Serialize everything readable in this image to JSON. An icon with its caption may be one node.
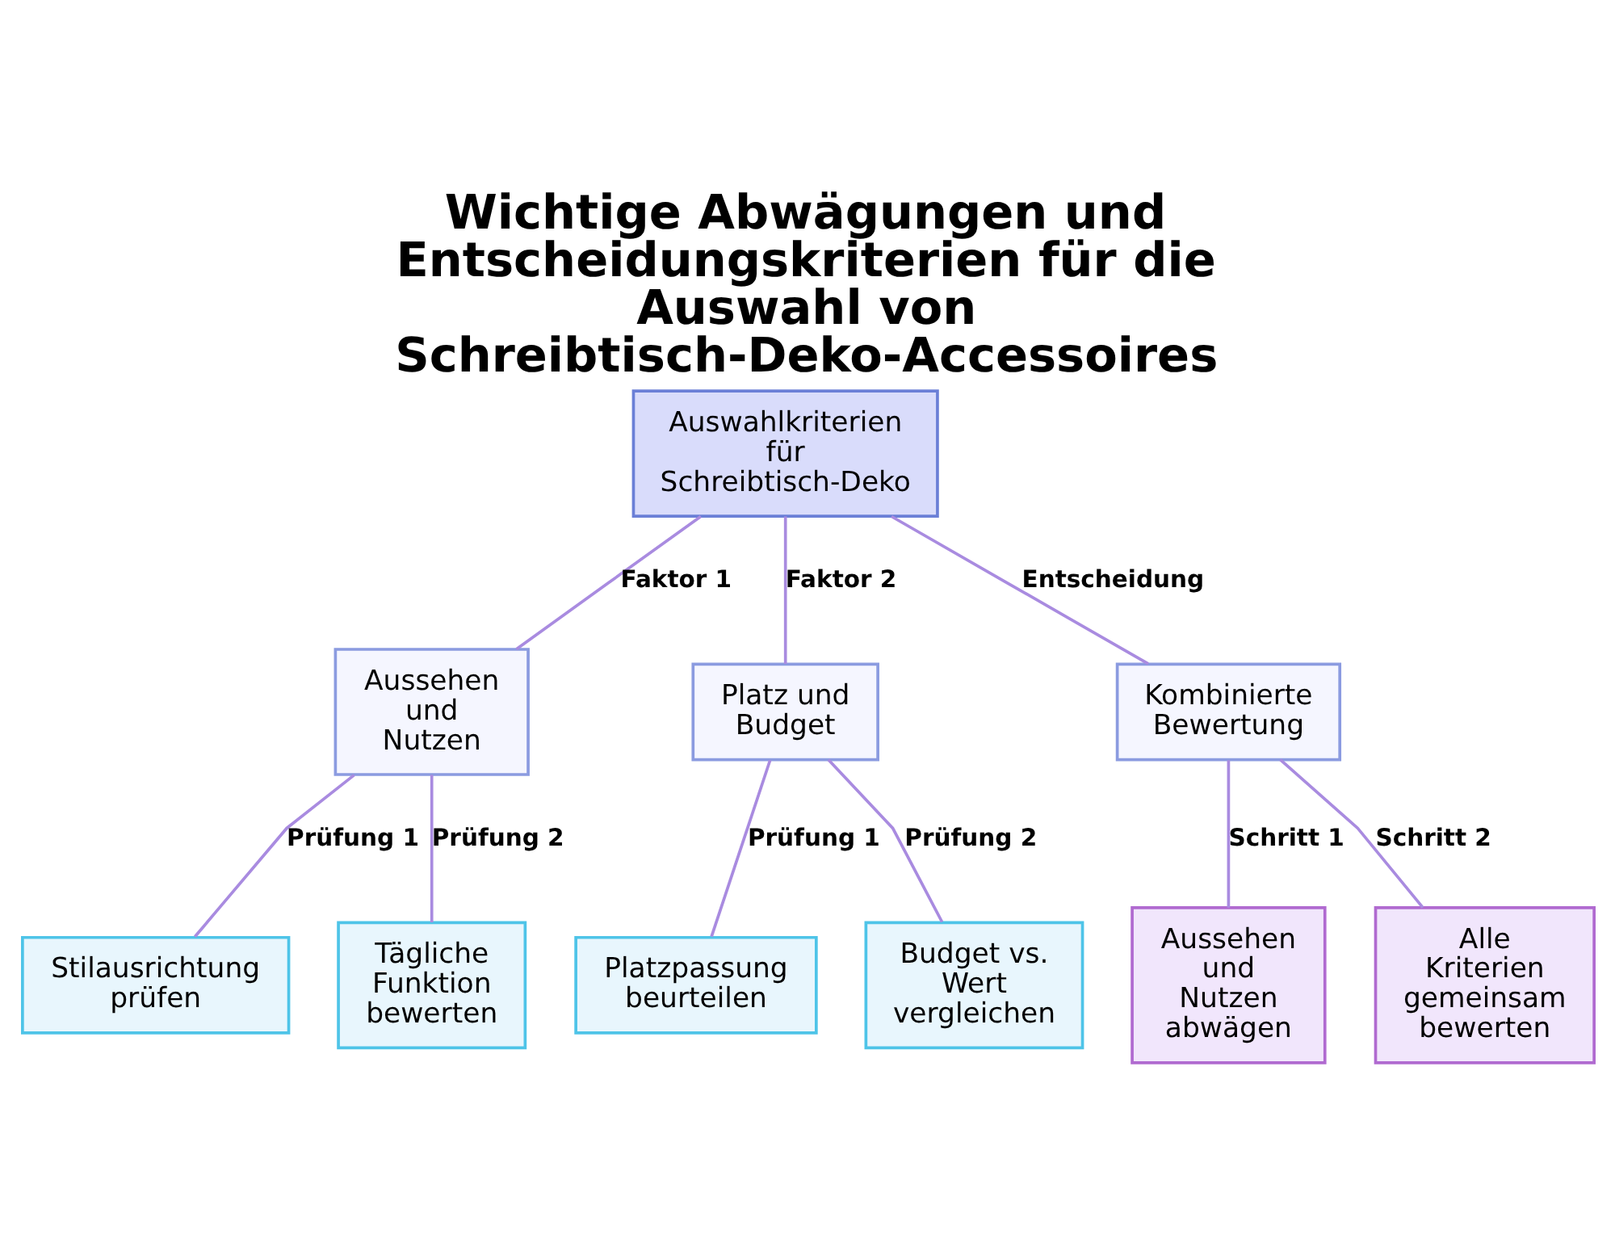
{
  "diagram": {
    "title": "Wichtige Abwägungen und Entscheidungskriterien für die Auswahl von Schreibtisch-Deko-Accessoires",
    "nodes": [
      {
        "text": [
          "Auswahlkriterien für Schreibtisch-Deko"
        ]
      },
      {
        "text": [
          "Aussehen und Nutzen"
        ]
      },
      {
        "text": [
          "Platz und Budget"
        ]
      },
      {
        "text": [
          "Kombinierte Bewertung"
        ]
      },
      {
        "text": [
          "Stilausrichtung prüfen"
        ]
      },
      {
        "text": [
          "Tägliche Funktion bewerten"
        ]
      },
      {
        "text": [
          "Platzpassung beurteilen"
        ]
      },
      {
        "text": [
          "Budget vs. Wert vergleichen"
        ]
      },
      {
        "text": [
          "Aussehen und Nutzen abwägen"
        ]
      },
      {
        "text": [
          "Alle Kriterien gemeinsam bewerten"
        ]
      }
    ],
    "edges": [
      {
        "from": 0,
        "to": 1,
        "arrow": "none",
        "label": "Faktor 1"
      },
      {
        "from": 0,
        "to": 2,
        "arrow": "none",
        "label": "Faktor 2"
      },
      {
        "from": 0,
        "to": 3,
        "arrow": "none",
        "label": "Entscheidung"
      },
      {
        "from": 1,
        "to": 4,
        "arrow": "none",
        "label": "Prüfung 1"
      },
      {
        "from": 1,
        "to": 5,
        "arrow": "none",
        "label": "Prüfung 2"
      },
      {
        "from": 2,
        "to": 6,
        "arrow": "none",
        "label": "Prüfung 1"
      },
      {
        "from": 2,
        "to": 7,
        "arrow": "none",
        "label": "Prüfung 2"
      },
      {
        "from": 3,
        "to": 8,
        "arrow": "none",
        "label": "Schritt 1"
      },
      {
        "from": 3,
        "to": 9,
        "arrow": "none",
        "label": "Schritt 2"
      }
    ]
  }
}
